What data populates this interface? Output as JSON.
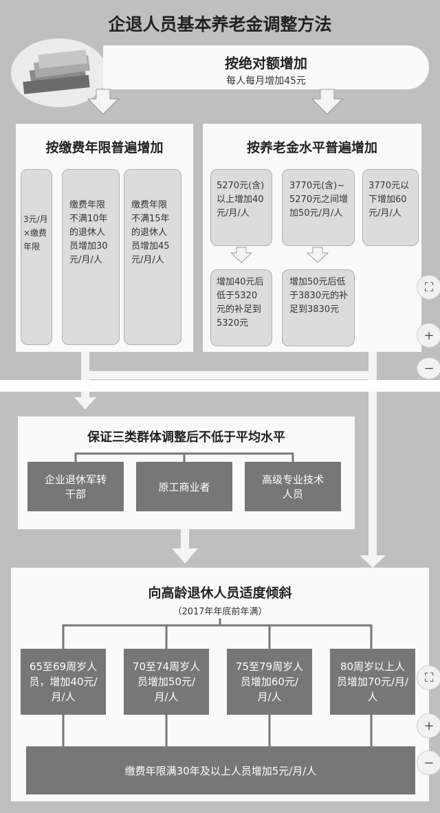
{
  "top": {
    "title": "企退人员基本养老金调整方法",
    "fixed_box": {
      "title": "按绝对额增加",
      "subtitle": "每人每月增加45元"
    },
    "left_box": {
      "title": "按缴费年限普遍增加",
      "items": [
        "3元/月×缴费年限",
        "缴费年限不满10年的退休人员增加30元/月/人",
        "缴费年限不满15年的退休人员增加45元/月/人"
      ]
    },
    "right_box": {
      "title": "按养老金水平普遍增加",
      "items": [
        "5270元(含)以上增加40元/月/人",
        "3770元(含)~5270元之间增加50元/月/人",
        "3770元以下增加60元/月/人"
      ],
      "sub_items": [
        "增加40元后低于5320元的补足到5320元",
        "增加50元后低于3830元的补足到3830元"
      ]
    }
  },
  "middle": {
    "title": "保证三类群体调整后不低于平均水平",
    "groups": [
      "企业退休军转干部",
      "原工商业者",
      "高级专业技术人员"
    ]
  },
  "bottom": {
    "title": "向高龄退休人员适度倾斜",
    "subtitle": "（2017年年底前年满）",
    "ages": [
      "65至69周岁人员，增加40元/月/人",
      "70至74周岁人员增加50元/月/人",
      "75至79周岁人员增加60元/月/人",
      "80周岁以上人员增加70元/月/人"
    ],
    "footer": "缴费年限满30年及以上人员增加5元/月/人"
  },
  "controls": {
    "fit_icon": "⛶",
    "zoom_in": "+",
    "zoom_out": "−"
  }
}
